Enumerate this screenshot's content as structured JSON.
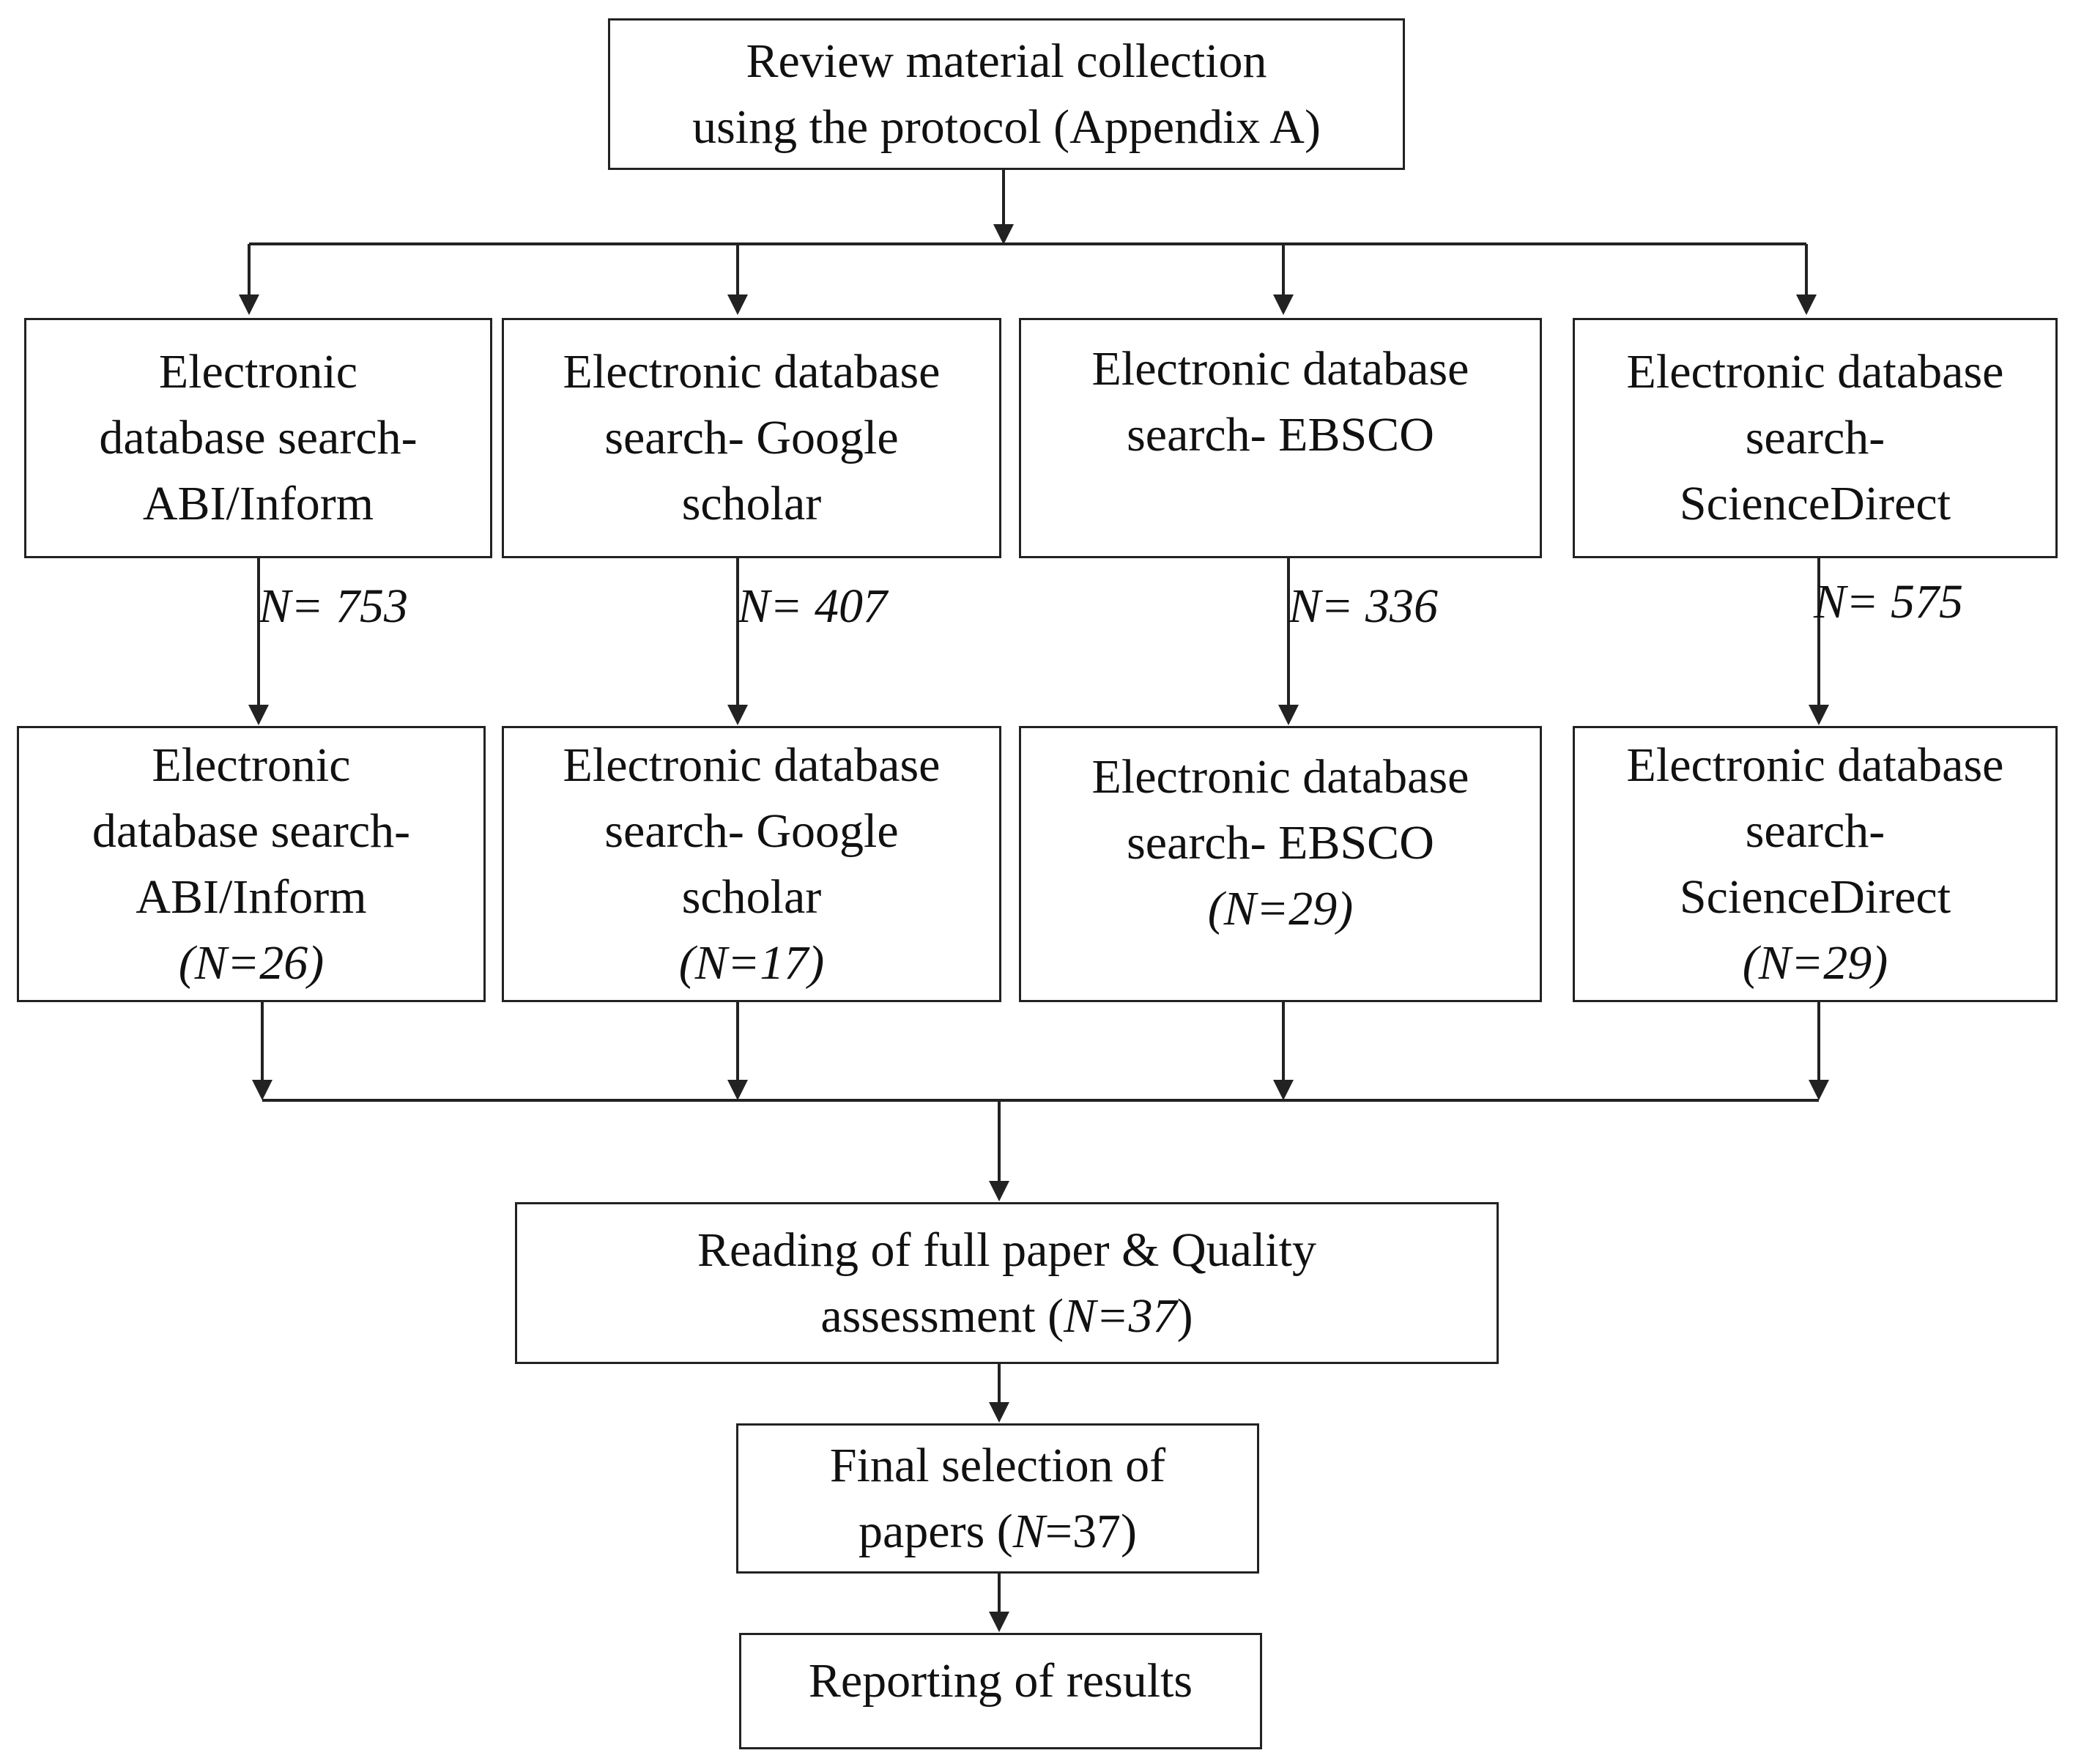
{
  "start": {
    "line1": "Review material collection",
    "line2": "using the protocol (Appendix A)"
  },
  "search": [
    {
      "line1": "Electronic",
      "line2": "database search-",
      "line3": "ABI/Inform"
    },
    {
      "line1": "Electronic database",
      "line2": "search- Google",
      "line3": "scholar"
    },
    {
      "line1": "Electronic database",
      "line2": "search- EBSCO"
    },
    {
      "line1": "Electronic database",
      "line2": "search-",
      "line3": "ScienceDirect"
    }
  ],
  "counts": [
    "N= 753",
    "N= 407",
    "N= 336",
    "N= 575"
  ],
  "filtered": [
    {
      "line1": "Electronic",
      "line2": "database search-",
      "line3": "ABI/Inform",
      "count": "(N=26)"
    },
    {
      "line1": "Electronic database",
      "line2": "search- Google",
      "line3": "scholar",
      "count": "(N=17)"
    },
    {
      "line1": "Electronic database",
      "line2": "search- EBSCO",
      "count": "(N=29)"
    },
    {
      "line1": "Electronic database",
      "line2": "search-",
      "line3": "ScienceDirect",
      "count": "(N=29)"
    }
  ],
  "reading": {
    "line1": "Reading of full paper & Quality",
    "line2_pre": "assessment (",
    "line2_n": "N=37",
    "line2_post": ")"
  },
  "final": {
    "line1": "Final selection of",
    "line2_pre": "papers (",
    "line2_n": "N",
    "line2_post": "=37)"
  },
  "report": {
    "line1": "Reporting of results"
  }
}
